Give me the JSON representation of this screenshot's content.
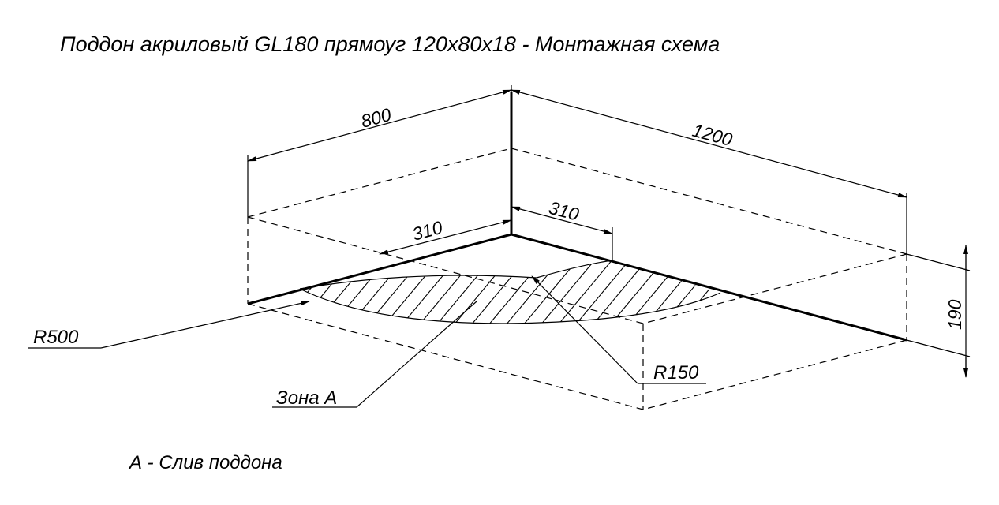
{
  "title": "Поддон акриловый  GL180 прямоуг 120х80х18 - Монтажная схема",
  "dimensions": {
    "width": "800",
    "length": "1200",
    "height": "190",
    "drain_offset_left": "310",
    "drain_offset_right": "310"
  },
  "callouts": {
    "radius_large": "R500",
    "radius_small": "R150",
    "zone": "Зона А"
  },
  "legend": "А - Слив поддона"
}
